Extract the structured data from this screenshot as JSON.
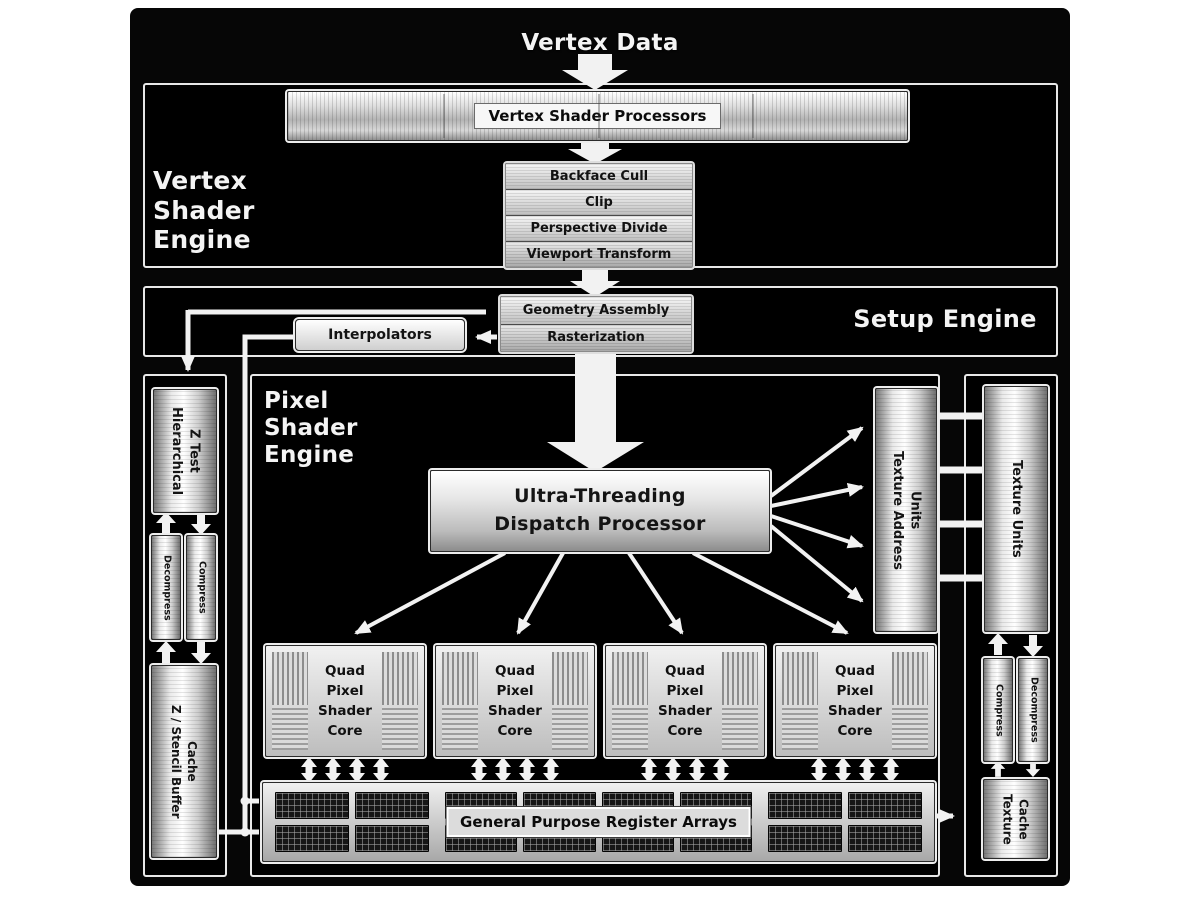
{
  "diagram": {
    "top_label": "Vertex Data",
    "vertex_engine": {
      "name": "Vertex\nShader\nEngine",
      "processors": "Vertex Shader Processors",
      "stages": [
        "Backface Cull",
        "Clip",
        "Perspective Divide",
        "Viewport Transform"
      ]
    },
    "setup_engine": {
      "name": "Setup Engine",
      "geometry_assembly": "Geometry Assembly",
      "rasterization": "Rasterization",
      "interpolators": "Interpolators"
    },
    "z_column": {
      "hierarchical_z": "Hierarchical\nZ Test",
      "decompress": "Decompress",
      "compress": "Compress",
      "z_stencil_cache": "Z / Stencil Buffer\nCache"
    },
    "pixel_engine": {
      "name": "Pixel\nShader\nEngine",
      "dispatch_processor": "Ultra-Threading\nDispatch Processor",
      "core_label": "Quad\nPixel\nShader\nCore",
      "register_arrays": "General Purpose Register Arrays"
    },
    "texture_column": {
      "address_units": "Texture Address\nUnits",
      "units": "Texture Units",
      "compress": "Compress",
      "decompress": "Decompress",
      "cache": "Texture\nCache"
    },
    "colors": {
      "background": "#ffffff",
      "panel": "#000000",
      "line": "#f2f2f2",
      "metal": "#c9c9c9"
    }
  }
}
